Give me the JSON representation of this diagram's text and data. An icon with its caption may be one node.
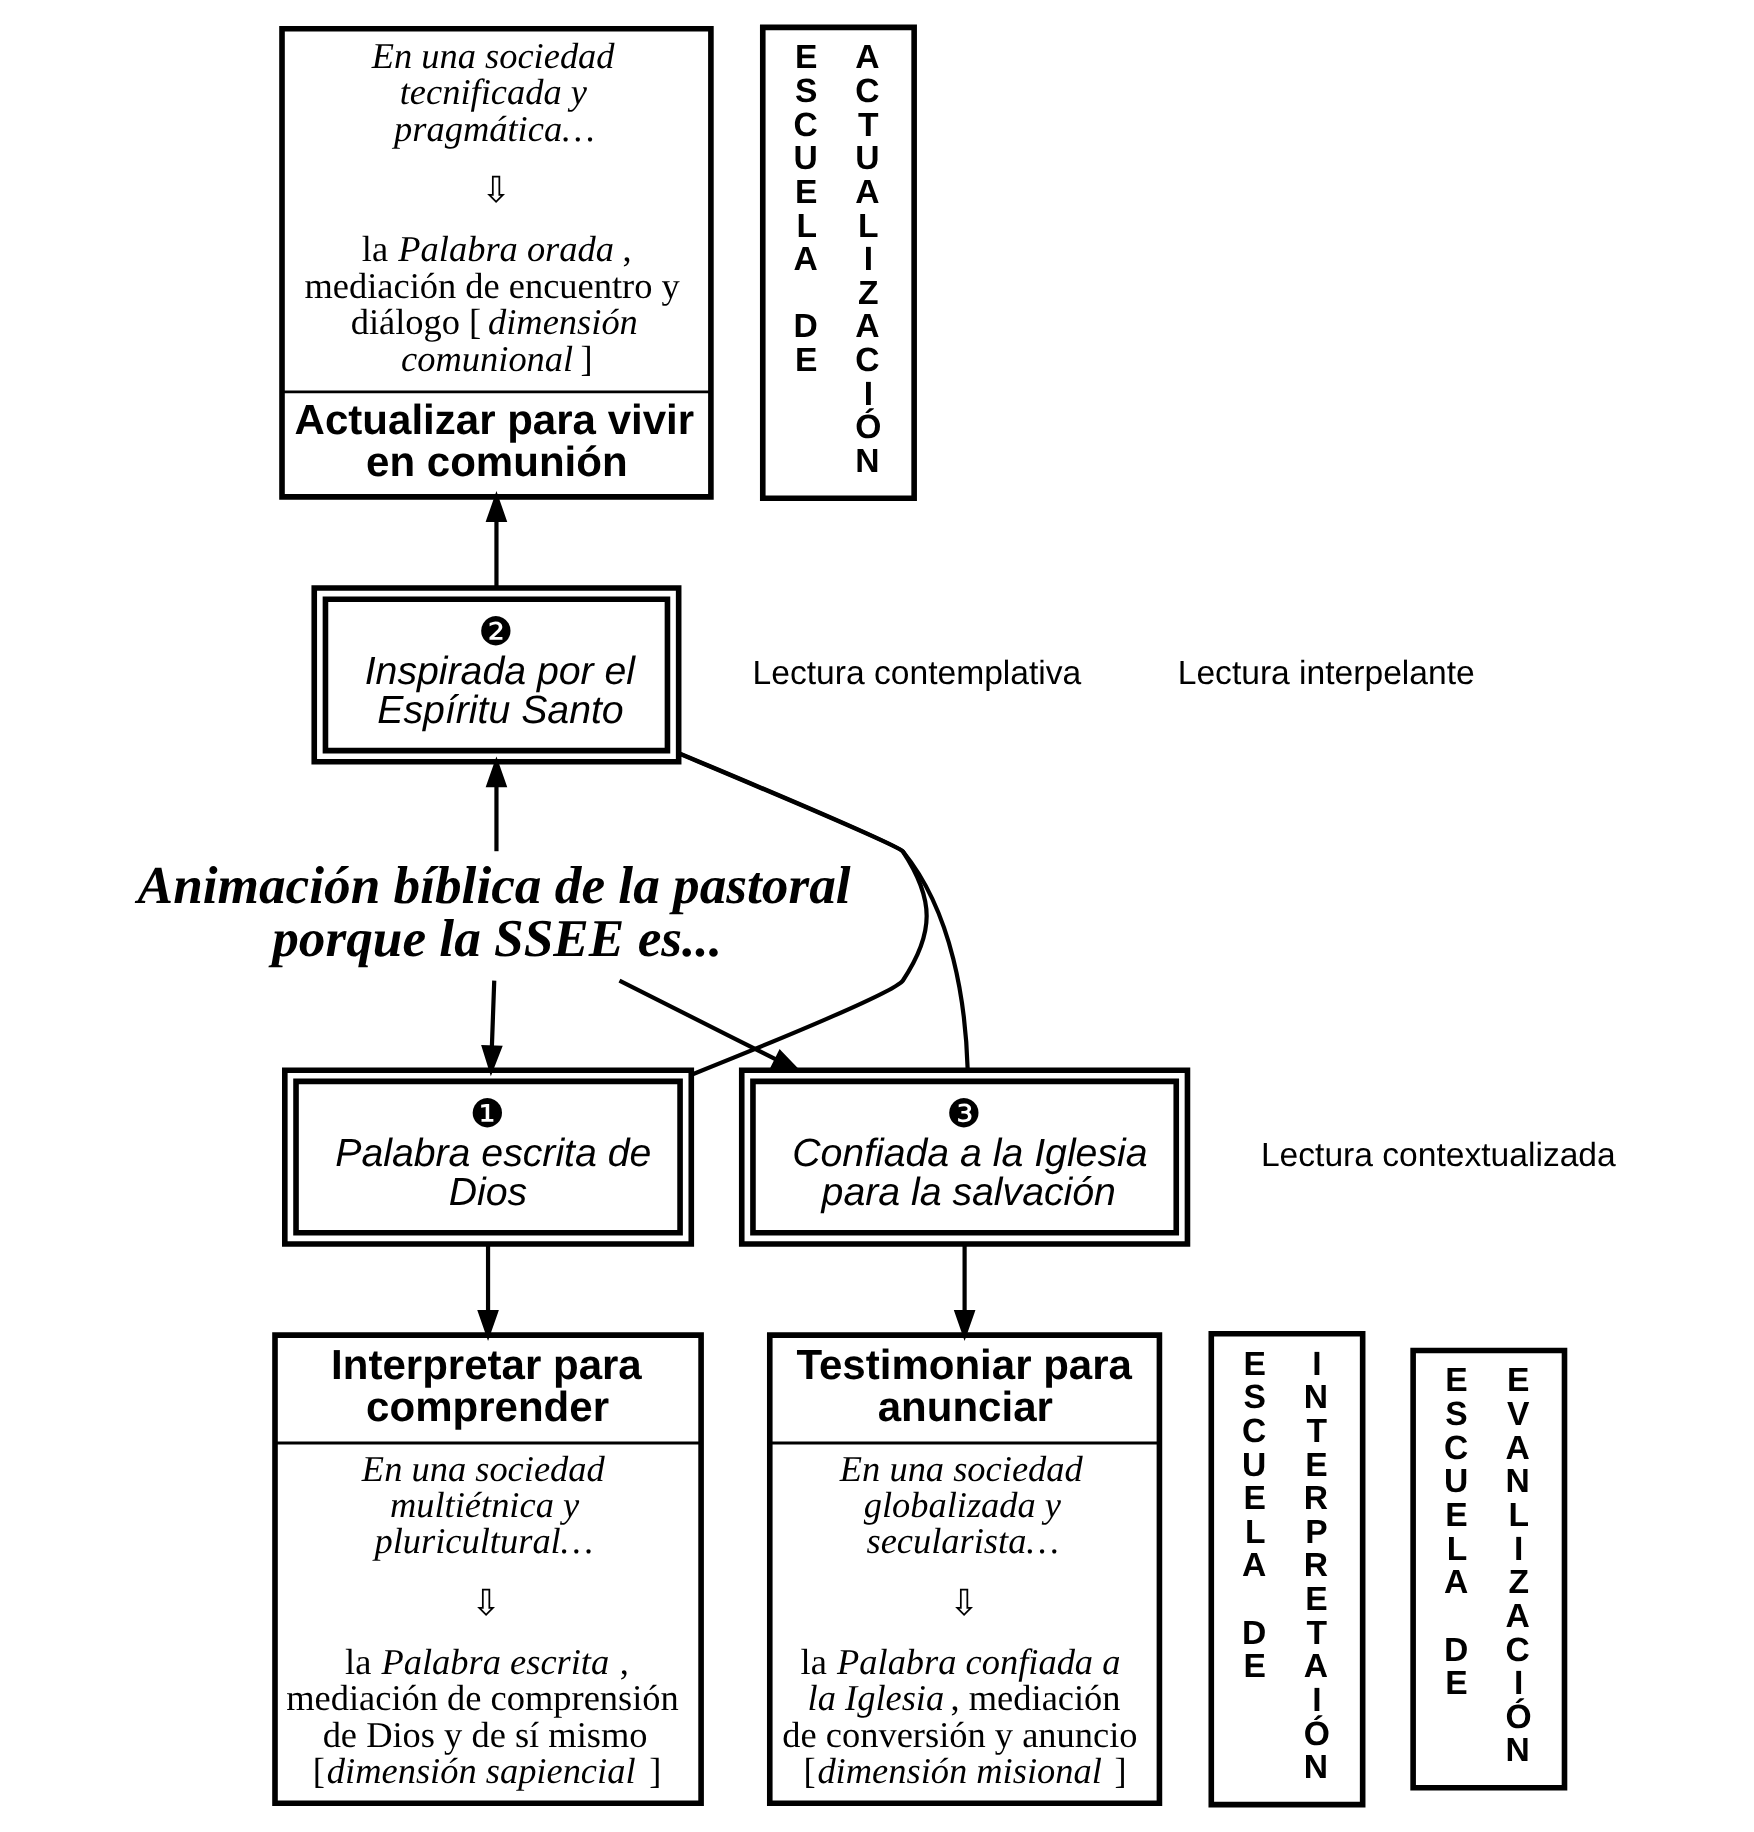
{
  "diagram": {
    "nodes": [
      {
        "text": [
          "*En una sociedad tecnificada y pragmática…*",
          "⇩",
          "la *Palabra orada*, mediación de encuentro y diálogo [*dimensión comunional*]",
          "Actualizar para vivir en comunión"
        ]
      },
      {
        "text": [
          "ESCUELA DE",
          "ACTUALIZACIÓN"
        ]
      },
      {
        "text": [
          "❷",
          "Inspirada por el Espíritu Santo"
        ]
      },
      {
        "text": [
          "Animación bíblica de la pastoral porque la SSEE es..."
        ]
      },
      {
        "text": [
          "❶",
          "Palabra escrita de Dios"
        ]
      },
      {
        "text": [
          "❸",
          "Confiada a la Iglesia para la salvación"
        ]
      },
      {
        "text": [
          "Interpretar para comprender",
          "*En una sociedad multiétnica y pluricultural…*",
          "⇩",
          "la *Palabra escrita*, mediación de comprensión de Dios y de sí mismo [*dimensión sapiencial*]"
        ]
      },
      {
        "text": [
          "ESCUELA DE",
          "INTERPRETAIÓN"
        ]
      },
      {
        "text": [
          "ESCUELA DE",
          "EVANLIZACIÓN"
        ]
      },
      {
        "text": [
          "Testimoniar para anunciar",
          "*En una sociedad globalizada y secularista…*",
          "⇩",
          "la *Palabra confiada a la Iglesia*, mediación de conversión y anuncio [*dimensión misional*]"
        ]
      }
    ],
    "edges": [
      {
        "from": 2,
        "to": 0,
        "arrow": "to"
      },
      {
        "from": 3,
        "to": 2,
        "arrow": "to"
      },
      {
        "from": 3,
        "to": 4,
        "arrow": "to"
      },
      {
        "from": 3,
        "to": 5,
        "arrow": "to"
      },
      {
        "from": 4,
        "to": 6,
        "arrow": "to"
      },
      {
        "from": 5,
        "to": 9,
        "arrow": "to"
      },
      {
        "from": 4,
        "to": 2,
        "arrow": "none"
      },
      {
        "from": 2,
        "to": 5,
        "arrow": "none"
      }
    ],
    "labels": [
      "Lectura contemplativa",
      "Lectura interpelante",
      "Lectura contextualizada"
    ]
  }
}
